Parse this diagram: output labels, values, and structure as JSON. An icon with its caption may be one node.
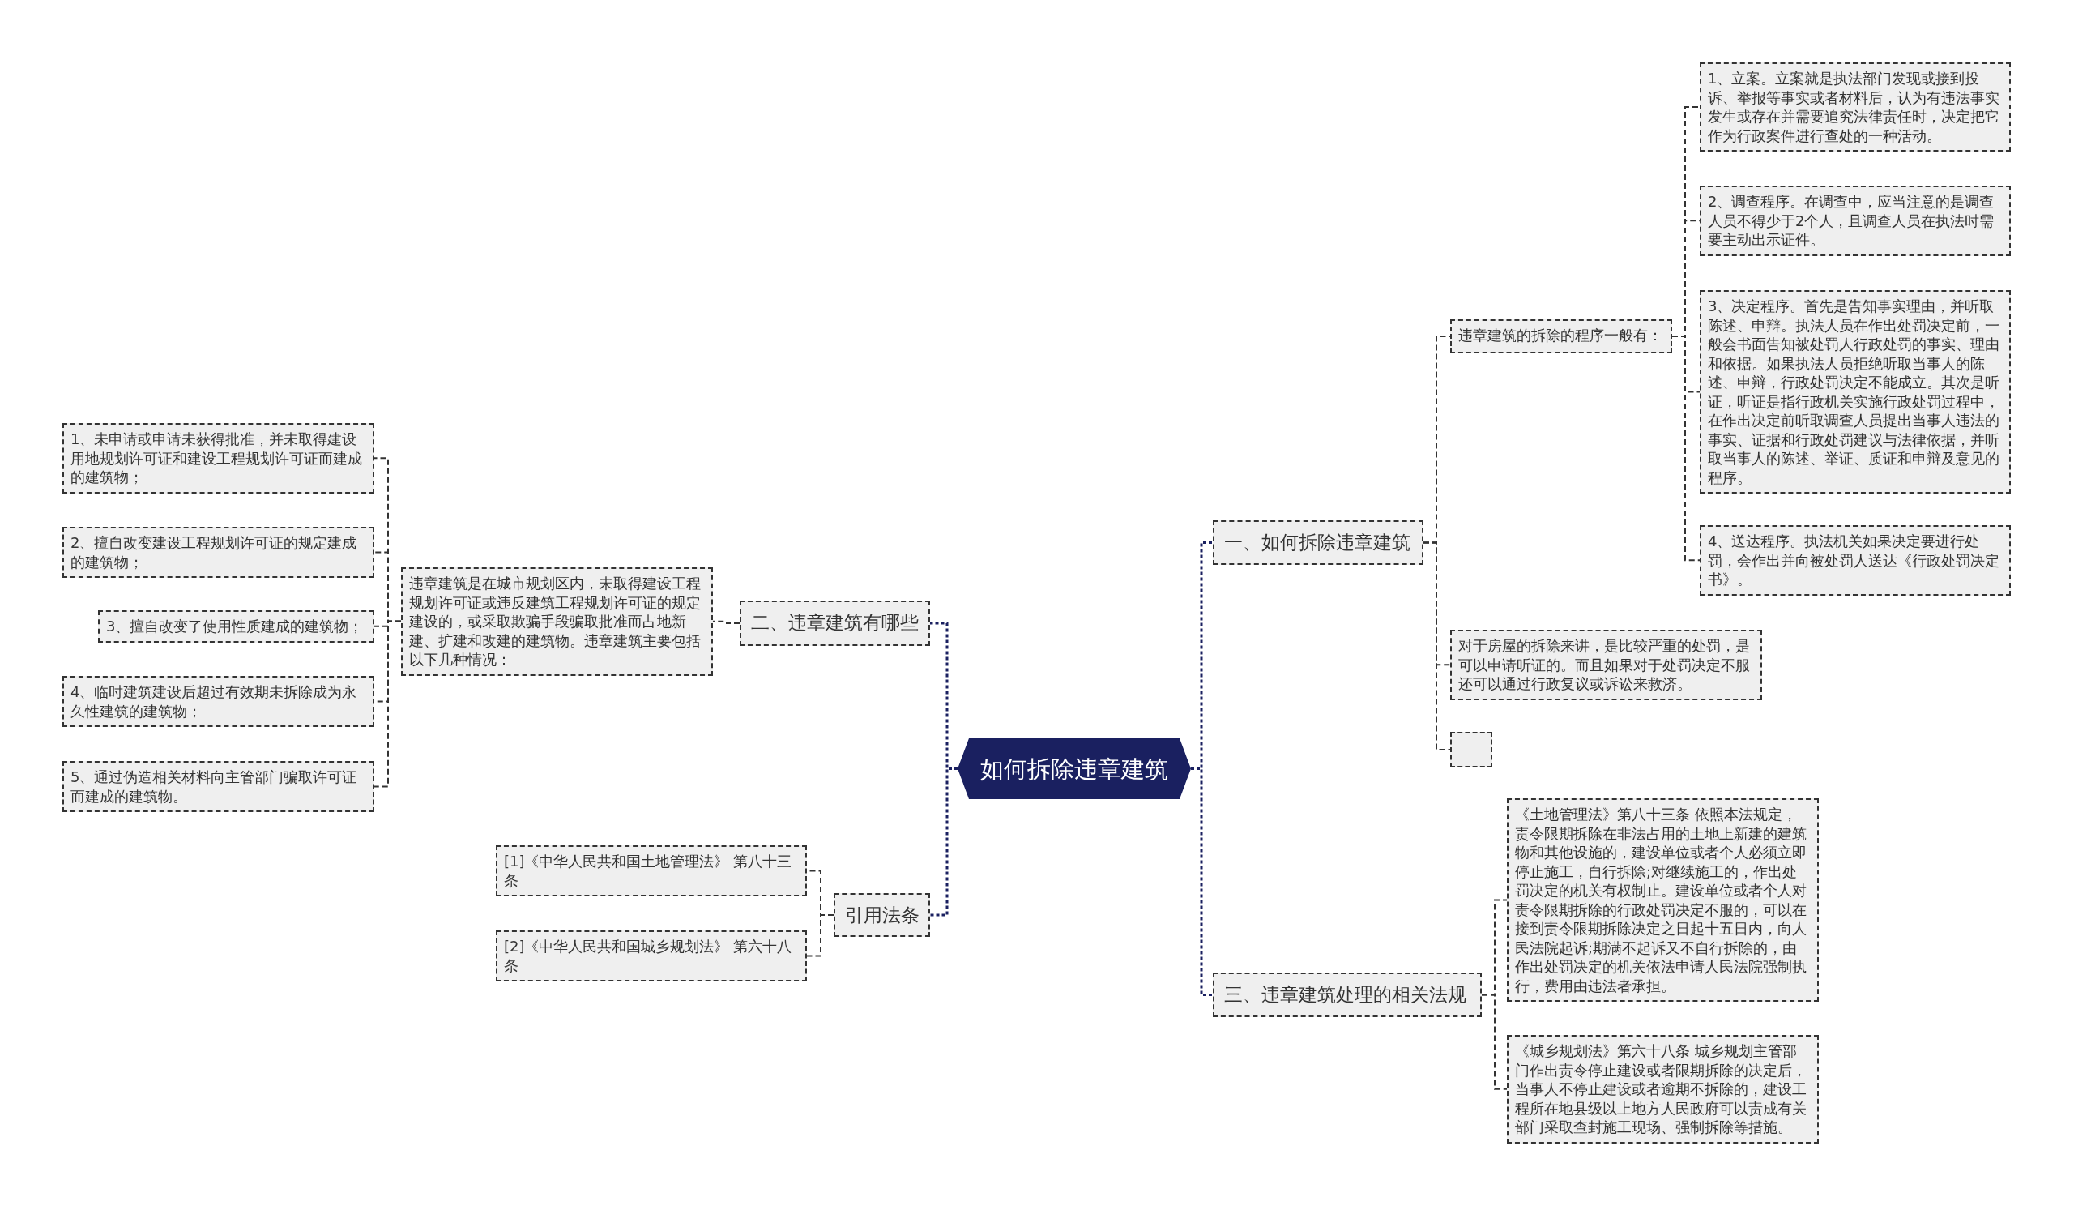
{
  "diagram": {
    "nodes": [
      {
        "text": [
          "如何拆除违章建筑"
        ]
      },
      {
        "text": [
          "一、如何拆除违章建筑"
        ]
      },
      {
        "text": [
          "违章建筑的拆除的程序一般有："
        ]
      },
      {
        "text": [
          "1、立案。立案就是执法部门发现或接到投诉、举报等事实或者材料后，认为有违法事实发生或存在并需要追究法律责任时，决定把它作为行政案件进行查处的一种活动。"
        ]
      },
      {
        "text": [
          "2、调查程序。在调查中，应当注意的是调查人员不得少于2个人，且调查人员在执法时需要主动出示证件。"
        ]
      },
      {
        "text": [
          "3、决定程序。首先是告知事实理由，并听取陈述、申辩。执法人员在作出处罚决定前，一般会书面告知被处罚人行政处罚的事实、理由和依据。如果执法人员拒绝听取当事人的陈述、申辩，行政处罚决定不能成立。其次是听证，听证是指行政机关实施行政处罚过程中，在作出决定前听取调查人员提出当事人违法的事实、证据和行政处罚建议与法律依据，并听取当事人的陈述、举证、质证和申辩及意见的程序。"
        ]
      },
      {
        "text": [
          "4、送达程序。执法机关如果决定要进行处罚，会作出并向被处罚人送达《行政处罚决定书》。"
        ]
      },
      {
        "text": [
          "对于房屋的拆除来讲，是比较严重的处罚，是可以申请听证的。而且如果对于处罚决定不服还可以通过行政复议或诉讼来救济。"
        ]
      },
      {
        "text": [],
        "shape": "box"
      },
      {
        "text": [
          "三、违章建筑处理的相关法规"
        ]
      },
      {
        "text": [
          "《土地管理法》第八十三条 依照本法规定，责令限期拆除在非法占用的土地上新建的建筑物和其他设施的，建设单位或者个人必须立即停止施工，自行拆除;对继续施工的，作出处罚决定的机关有权制止。建设单位或者个人对责令限期拆除的行政处罚决定不服的，可以在接到责令限期拆除决定之日起十五日内，向人民法院起诉;期满不起诉又不自行拆除的，由作出处罚决定的机关依法申请人民法院强制执行，费用由违法者承担。"
        ]
      },
      {
        "text": [
          "《城乡规划法》第六十八条 城乡规划主管部门作出责令停止建设或者限期拆除的决定后，当事人不停止建设或者逾期不拆除的，建设工程所在地县级以上地方人民政府可以责成有关部门采取查封施工现场、强制拆除等措施。"
        ]
      },
      {
        "text": [
          "二、违章建筑有哪些"
        ]
      },
      {
        "text": [
          "违章建筑是在城市规划区内，未取得建设工程规划许可证或违反建筑工程规划许可证的规定建设的，或采取欺骗手段骗取批准而占地新建、扩建和改建的建筑物。违章建筑主要包括以下几种情况："
        ]
      },
      {
        "text": [
          "1、未申请或申请未获得批准，并未取得建设用地规划许可证和建设工程规划许可证而建成的建筑物；"
        ]
      },
      {
        "text": [
          "2、擅自改变建设工程规划许可证的规定建成的建筑物；"
        ]
      },
      {
        "text": [
          "3、擅自改变了使用性质建成的建筑物；"
        ]
      },
      {
        "text": [
          "4、临时建筑建设后超过有效期未拆除成为永久性建筑的建筑物；"
        ]
      },
      {
        "text": [
          "5、通过伪造相关材料向主管部门骗取许可证而建成的建筑物。"
        ]
      },
      {
        "text": [
          "引用法条"
        ]
      },
      {
        "text": [
          "[1]《中华人民共和国土地管理法》 第八十三条"
        ]
      },
      {
        "text": [
          "[2]《中华人民共和国城乡规划法》 第六十八条"
        ]
      }
    ],
    "edges": [
      {
        "from": 0,
        "to": 1,
        "arrow": "none",
        "color": "#1a2060"
      },
      {
        "from": 0,
        "to": 9,
        "arrow": "none",
        "color": "#1a2060"
      },
      {
        "from": 0,
        "to": 12,
        "arrow": "none",
        "color": "#1a2060"
      },
      {
        "from": 0,
        "to": 19,
        "arrow": "none",
        "color": "#1a2060"
      },
      {
        "from": 1,
        "to": 2,
        "arrow": "none"
      },
      {
        "from": 1,
        "to": 7,
        "arrow": "none"
      },
      {
        "from": 1,
        "to": 8,
        "arrow": "none"
      },
      {
        "from": 2,
        "to": 3,
        "arrow": "none"
      },
      {
        "from": 2,
        "to": 4,
        "arrow": "none"
      },
      {
        "from": 2,
        "to": 5,
        "arrow": "none"
      },
      {
        "from": 2,
        "to": 6,
        "arrow": "none"
      },
      {
        "from": 9,
        "to": 10,
        "arrow": "none"
      },
      {
        "from": 9,
        "to": 11,
        "arrow": "none"
      },
      {
        "from": 12,
        "to": 13,
        "arrow": "none"
      },
      {
        "from": 13,
        "to": 14,
        "arrow": "none"
      },
      {
        "from": 13,
        "to": 15,
        "arrow": "none"
      },
      {
        "from": 13,
        "to": 16,
        "arrow": "none"
      },
      {
        "from": 13,
        "to": 17,
        "arrow": "none"
      },
      {
        "from": 13,
        "to": 18,
        "arrow": "none"
      },
      {
        "from": 19,
        "to": 20,
        "arrow": "none"
      },
      {
        "from": 19,
        "to": 21,
        "arrow": "none"
      }
    ]
  }
}
